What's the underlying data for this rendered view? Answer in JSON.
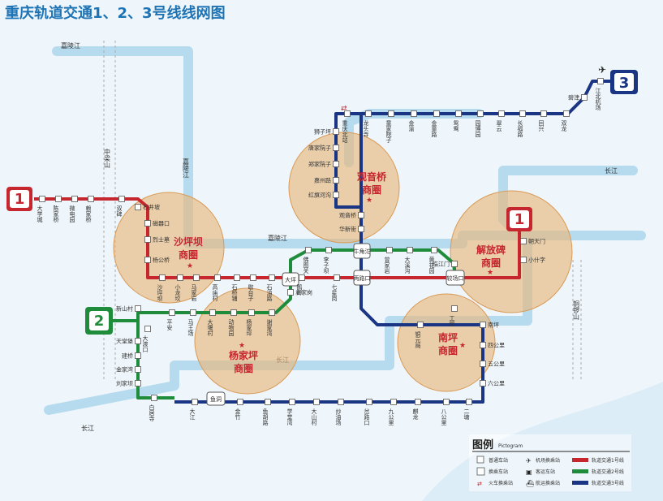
{
  "title": "重庆轨道交通1、2、3号线线网图",
  "rivers": {
    "jialing_top": "嘉陵江",
    "jialing_mid": "嘉陵江",
    "jialing_low": "嘉陵江",
    "changjiang_right": "长江",
    "changjiang_mid": "长江",
    "changjiang_left": "长江",
    "zhongliangshan": "中梁山",
    "tongluoshan": "铜锣山"
  },
  "lines": {
    "line1": {
      "badge": "1",
      "color": "#c6262e"
    },
    "line1_end": {
      "badge": "1",
      "color": "#c6262e"
    },
    "line2": {
      "badge": "2",
      "color": "#1e8c3a"
    },
    "line3": {
      "badge": "3",
      "color": "#1a3583"
    }
  },
  "circles": [
    {
      "l1": "沙坪坝",
      "l2": "商圈"
    },
    {
      "l1": "观音桥",
      "l2": "商圈"
    },
    {
      "l1": "解放碑",
      "l2": "商圈"
    },
    {
      "l1": "杨家坪",
      "l2": "商圈"
    },
    {
      "l1": "南坪",
      "l2": "商圈"
    }
  ],
  "line1_stations": [
    "大学城",
    "陈家桥",
    "微电园",
    "赖家桥",
    "双碑",
    "石井坡",
    "磁器口",
    "烈士墓",
    "杨公桥",
    "沙坪坝",
    "小龙坎",
    "马家岩",
    "高庙村",
    "石桥铺",
    "歇台子",
    "石油路",
    "鹅岭",
    "七星岗",
    "小什字",
    "朝天门"
  ],
  "line2_stations": [
    "新山村",
    "大渡口",
    "天堂堡",
    "建桥",
    "金家湾",
    "刘家坝",
    "白居寺",
    "平安",
    "马王场",
    "大堰村",
    "动物园",
    "杨家坪",
    "谢家湾",
    "袁家岗",
    "佛图关",
    "李子坝",
    "曾家岩",
    "大溪沟",
    "黄花园",
    "临江门"
  ],
  "line3_stations": [
    "狮子坪",
    "重庆北站",
    "龙头寺",
    "童家院子",
    "金渝",
    "金童路",
    "鸳鸯",
    "园博园",
    "翠云",
    "长福路",
    "回兴",
    "双龙",
    "碧津",
    "江北机场",
    "唐家院子",
    "郑家院子",
    "嘉州路",
    "红旗河沟",
    "观音桥",
    "华新街",
    "铜元局",
    "工贸",
    "南坪",
    "四公里",
    "五公里",
    "六公里",
    "二塘",
    "八公里",
    "麒龙",
    "九公里",
    "岔路口",
    "炒油场",
    "大山村",
    "学堂湾",
    "鱼胡路",
    "金竹",
    "大江"
  ],
  "transfer_stations": {
    "niujiaotuo": "牛角沱",
    "lianglukou": "两路口",
    "jiaochangkou": "较场口",
    "datianwan": "大坪",
    "yudong": "鱼洞"
  },
  "legend": {
    "title": "图例",
    "subtitle": "Pictogram",
    "items": [
      "普通车站",
      "换乘车站",
      "火车换乘站",
      "机场换乘站",
      "客运车站",
      "航运换乘站",
      "轨道交通1号线",
      "轨道交通2号线",
      "轨道交通3号线"
    ]
  }
}
